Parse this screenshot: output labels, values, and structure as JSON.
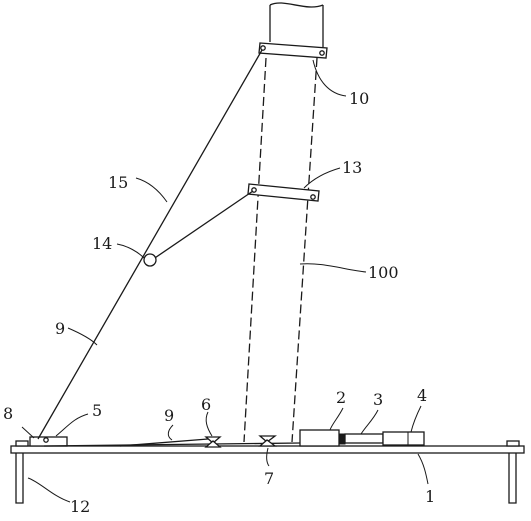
{
  "labels": {
    "l1": "1",
    "l2": "2",
    "l3": "3",
    "l4": "4",
    "l5": "5",
    "l6": "6",
    "l7": "7",
    "l8": "8",
    "l9a": "9",
    "l9b": "9",
    "l10": "10",
    "l12": "12",
    "l13": "13",
    "l14": "14",
    "l15": "15",
    "l100": "100"
  },
  "colors": {
    "stroke": "#1a1a1a",
    "background": "#ffffff"
  }
}
